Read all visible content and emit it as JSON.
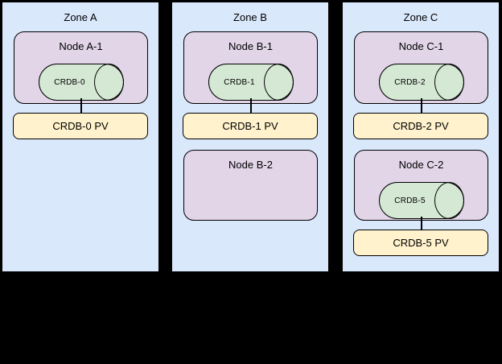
{
  "colors": {
    "background": "#000000",
    "zone_fill": "#dae8fc",
    "node_fill": "#e1d5e7",
    "cylinder_fill": "#d5e8d4",
    "pv_fill": "#fff2cc",
    "stroke": "#000000"
  },
  "zones": [
    {
      "label": "Zone A",
      "node1": {
        "label": "Node A-1",
        "cylinder_label": "CRDB-0"
      },
      "pv1_label": "CRDB-0 PV"
    },
    {
      "label": "Zone B",
      "node1": {
        "label": "Node B-1",
        "cylinder_label": "CRDB-1"
      },
      "pv1_label": "CRDB-1 PV",
      "node2": {
        "label": "Node B-2"
      }
    },
    {
      "label": "Zone C",
      "node1": {
        "label": "Node C-1",
        "cylinder_label": "CRDB-2"
      },
      "pv1_label": "CRDB-2 PV",
      "node2": {
        "label": "Node C-2",
        "cylinder_label": "CRDB-5"
      },
      "pv2_label": "CRDB-5 PV"
    }
  ]
}
